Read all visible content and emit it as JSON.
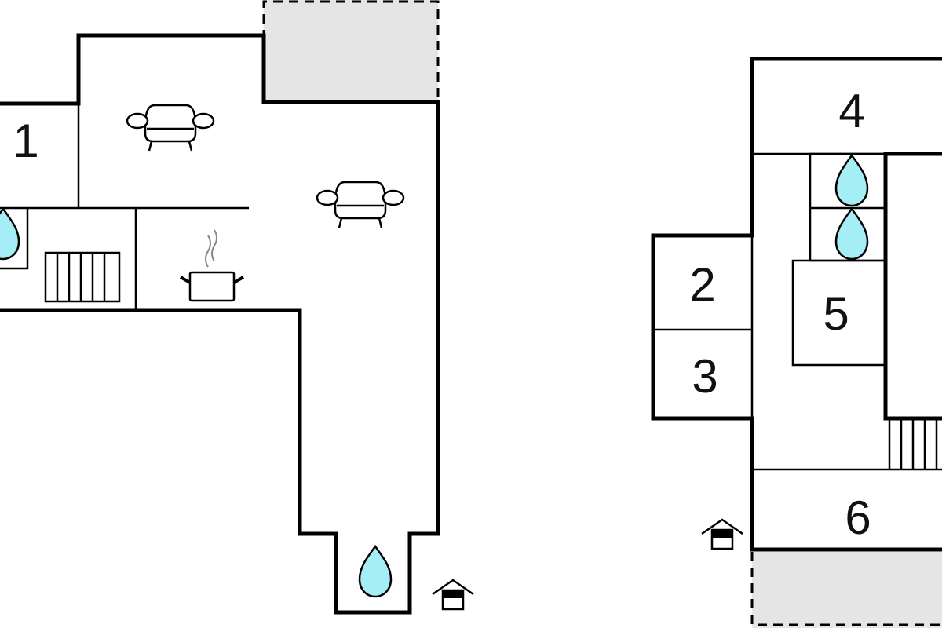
{
  "floor_plan": {
    "ground_floor": {
      "rooms": [
        {
          "label": "1"
        }
      ],
      "icons": [
        "sofa-icon",
        "sofa-icon",
        "cooking-pot-icon",
        "radiator-icon",
        "water-drop-icon",
        "water-drop-icon",
        "entrance-house-icon"
      ]
    },
    "upper_floor": {
      "rooms": [
        {
          "label": "2"
        },
        {
          "label": "3"
        },
        {
          "label": "4"
        },
        {
          "label": "5"
        },
        {
          "label": "6"
        }
      ],
      "icons": [
        "water-drop-icon",
        "water-drop-icon",
        "stairs-icon",
        "entrance-house-icon"
      ]
    },
    "colors": {
      "wall": "#000000",
      "terrace": "#e5e5e5",
      "water": "#a6eef6"
    }
  }
}
